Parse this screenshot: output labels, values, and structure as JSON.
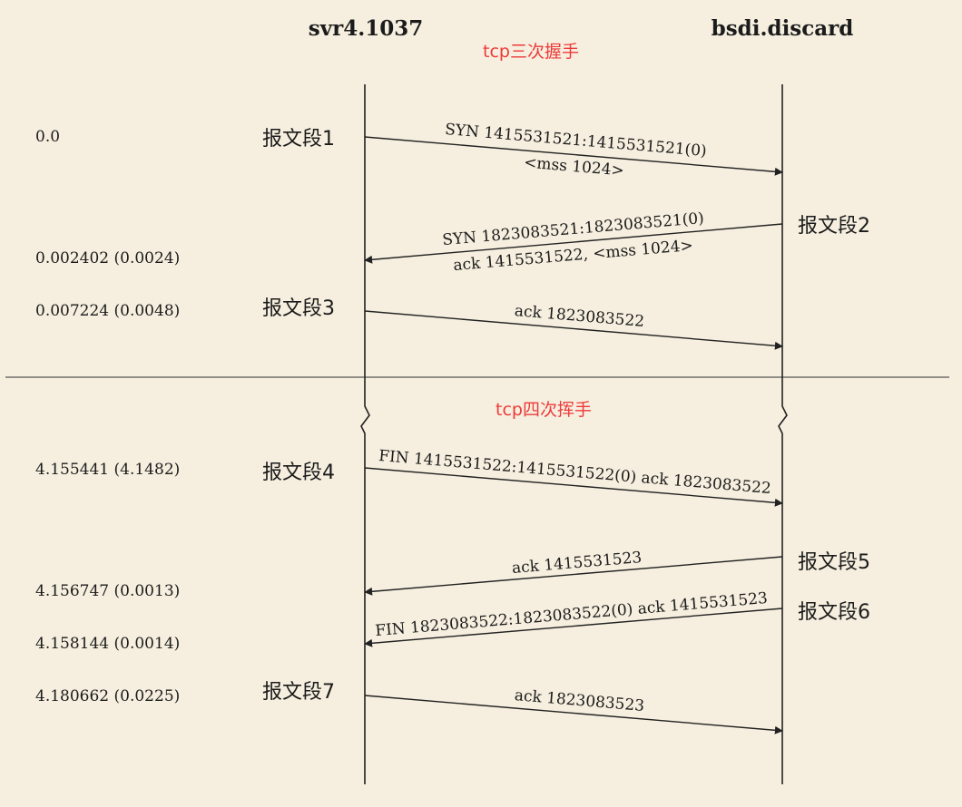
{
  "headers": {
    "left": "svr4.1037",
    "right": "bsdi.discard"
  },
  "phases": {
    "handshake": "tcp三次握手",
    "teardown": "tcp四次挥手"
  },
  "colors": {
    "background": "#f6efdf",
    "phase_label": "#ee3a3a",
    "line": "#222222"
  },
  "times": [
    "0.0",
    "0.002402 (0.0024)",
    "0.007224 (0.0048)",
    "4.155441 (4.1482)",
    "4.156747 (0.0013)",
    "4.158144 (0.0014)",
    "4.180662 (0.0225)"
  ],
  "segments": [
    "报文段1",
    "报文段2",
    "报文段3",
    "报文段4",
    "报文段5",
    "报文段6",
    "报文段7"
  ],
  "messages": [
    {
      "direction": "right",
      "lines": [
        "SYN  1415531521:1415531521(0)",
        "<mss 1024>"
      ]
    },
    {
      "direction": "left",
      "lines": [
        "SYN  1823083521:1823083521(0)",
        "ack 1415531522, <mss 1024>"
      ]
    },
    {
      "direction": "right",
      "lines": [
        "ack 1823083522"
      ]
    },
    {
      "direction": "right",
      "lines": [
        "FIN  1415531522:1415531522(0) ack 1823083522"
      ]
    },
    {
      "direction": "left",
      "lines": [
        "ack 1415531523"
      ]
    },
    {
      "direction": "left",
      "lines": [
        "FIN  1823083522:1823083522(0) ack 1415531523"
      ]
    },
    {
      "direction": "right",
      "lines": [
        "ack 1823083523"
      ]
    }
  ]
}
